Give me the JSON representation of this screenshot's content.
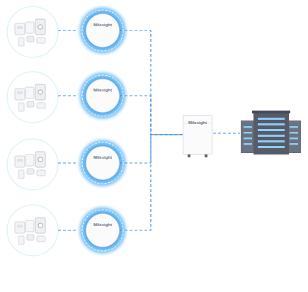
{
  "diagram": {
    "nodes": [
      {
        "text": [
          "Milesight"
        ]
      },
      {
        "text": [
          "Milesight"
        ]
      },
      {
        "text": [
          "Milesight"
        ]
      },
      {
        "text": [
          "Milesight"
        ]
      },
      {
        "text": [
          "Milesight"
        ]
      }
    ],
    "edges": [
      {
        "from": 0,
        "to": 4,
        "arrow": "none"
      },
      {
        "from": 1,
        "to": 4,
        "arrow": "none"
      },
      {
        "from": 2,
        "to": 4,
        "arrow": "none"
      },
      {
        "from": 3,
        "to": 4,
        "arrow": "none"
      }
    ]
  }
}
